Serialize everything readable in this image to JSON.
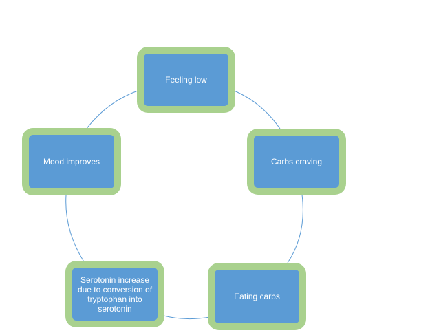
{
  "diagram": {
    "type": "cycle",
    "nodes": [
      {
        "id": "n1",
        "label": "Feeling low"
      },
      {
        "id": "n2",
        "label": "Carbs craving"
      },
      {
        "id": "n3",
        "label": "Eating carbs"
      },
      {
        "id": "n4",
        "label": "Serotonin increase due to conversion of tryptophan into serotonin"
      },
      {
        "id": "n5",
        "label": "Mood improves"
      }
    ],
    "colors": {
      "node_outer": "#a9d18e",
      "node_inner": "#5b9bd5",
      "text": "#ffffff",
      "connector": "#5b9bd5"
    }
  }
}
